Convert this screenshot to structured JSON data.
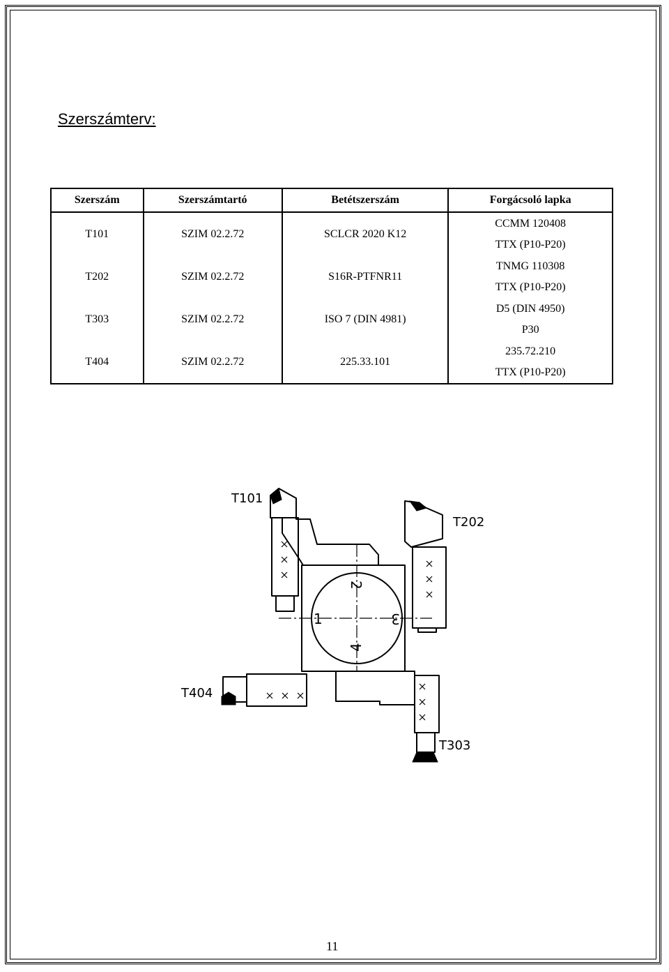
{
  "title": "Szerszámterv:",
  "table": {
    "headers": [
      "Szerszám",
      "Szerszámtartó",
      "Betétszerszám",
      "Forgácsoló lapka"
    ],
    "rows": [
      {
        "tool": "T101",
        "holder": "SZIM 02.2.72",
        "insert_tool": "SCLCR 2020 K12",
        "insert_line1": "CCMM 120408",
        "insert_line2": "TTX (P10-P20)"
      },
      {
        "tool": "T202",
        "holder": "SZIM 02.2.72",
        "insert_tool": "S16R-PTFNR11",
        "insert_line1": "TNMG 110308",
        "insert_line2": "TTX (P10-P20)"
      },
      {
        "tool": "T303",
        "holder": "SZIM 02.2.72",
        "insert_tool": "ISO 7 (DIN 4981)",
        "insert_line1": "D5 (DIN 4950)",
        "insert_line2": "P30"
      },
      {
        "tool": "T404",
        "holder": "SZIM 02.2.72",
        "insert_tool": "225.33.101",
        "insert_line1": "235.72.210",
        "insert_line2": "TTX (P10-P20)"
      }
    ]
  },
  "drawing": {
    "labels": [
      "T101",
      "T202",
      "T303",
      "T404"
    ],
    "positions": [
      "1",
      "2",
      "3",
      "4"
    ]
  },
  "page_number": "11"
}
